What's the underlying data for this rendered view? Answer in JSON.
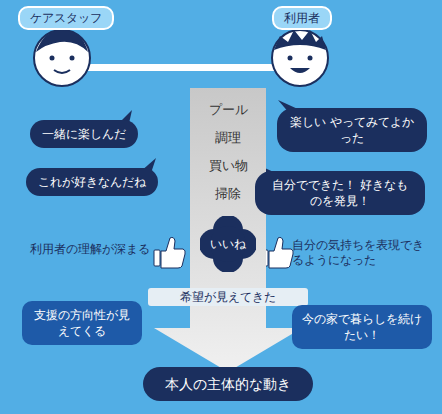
{
  "diagram": {
    "nodes": [
      {
        "text": [
          "ケアスタッフ"
        ]
      },
      {
        "text": [
          "利用者"
        ]
      },
      {
        "text": [
          "プール 調理 買い物 掃除",
          "希望が見えてきた"
        ]
      },
      {
        "text": [
          "いいね"
        ],
        "in": 2
      },
      {
        "text": [
          "一緒に楽しんだ"
        ]
      },
      {
        "text": [
          "楽しい やってみてよかった"
        ]
      },
      {
        "text": [
          "これが好きなんだね"
        ]
      },
      {
        "text": [
          "自分でできた！ 好きなものを発見！"
        ]
      },
      {
        "text": [
          "支援の方向性が見えてくる"
        ]
      },
      {
        "text": [
          "今の家で暮らしを続けたい！"
        ]
      },
      {
        "text": [
          "本人の主体的な動き"
        ]
      }
    ],
    "labels": [
      "利用者の理解が深まる",
      "自分の気持ちを表現できるようになった"
    ]
  }
}
